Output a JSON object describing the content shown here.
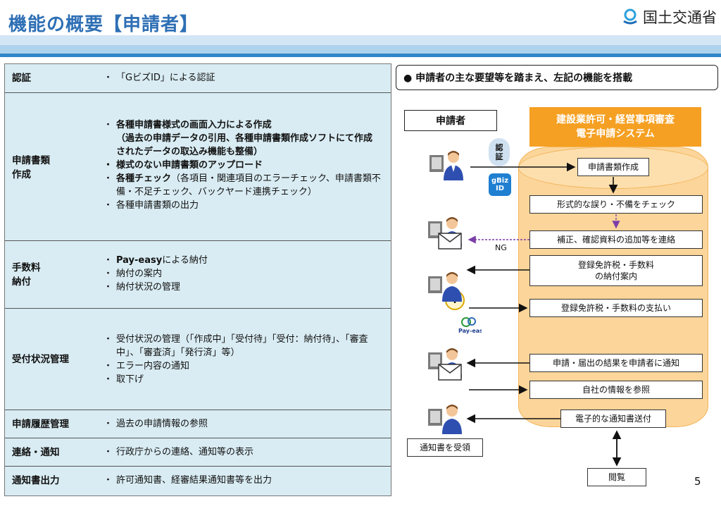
{
  "header": {
    "title": "機能の概要【申請者】",
    "org_name": "国土交通省"
  },
  "table": {
    "rows": [
      {
        "label": "認証",
        "lines": [
          {
            "text": "「GビズID」による認証",
            "bold": false
          }
        ]
      },
      {
        "label": "申請書類\n作成",
        "lines": []
      },
      {
        "label": "手数料\n納付",
        "lines": []
      },
      {
        "label": "受付状況管理",
        "lines": []
      },
      {
        "label": "申請履歴管理",
        "lines": [
          {
            "text": "過去の申請情報の参照",
            "bold": false
          }
        ]
      },
      {
        "label": "連絡・通知",
        "lines": [
          {
            "text": "行政庁からの連絡、通知等の表示",
            "bold": false
          }
        ]
      },
      {
        "label": "通知書出力",
        "lines": [
          {
            "text": "許可通知書、経審結果通知書等を出力",
            "bold": false
          }
        ]
      }
    ],
    "row2": {
      "item1_bold": "各種申請書様式の画面入力による作成",
      "item1_sub": "（過去の申請データの引用、各種申請書類作成ソフトにて作成されたデータの取込み機能も整備）",
      "item2_bold": "様式のない申請書類のアップロード",
      "item3_bold": "各種チェック",
      "item3_rest": "（各項目・関連項目のエラーチェック、申請書類不備・不足チェック、バックヤード連携チェック）",
      "item4": "各種申請書類の出力"
    },
    "row3": {
      "item1_bold": "Pay-easy",
      "item1_rest": "による納付",
      "item2": "納付の案内",
      "item3": "納付状況の管理"
    },
    "row4": {
      "item1": "受付状況の管理（「作成中」「受付待」「受付：納付待」、「審査中」、「審査済」「発行済」等）",
      "item2": "エラー内容の通知",
      "item3": "取下げ"
    }
  },
  "right": {
    "summary": "●  申請者の主な要望等を踏まえ、左記の機能を搭載",
    "applicant": "申請者",
    "system_title_1": "建設業許可・経営事項審査",
    "system_title_2": "電子申請システム",
    "auth_badge": "認\n証",
    "gbiz_badge": "gBiz\nID",
    "yen": "¥",
    "payeasy": "Pay-easy",
    "ng_label": "NG",
    "process": [
      "申請書類作成",
      "形式的な誤り・不備をチェック",
      "補正、確認資料の追加等を連絡",
      "登録免許税・手数料\nの納付案内",
      "登録免許税・手数料の支払い",
      "申請・届出の結果を申請者に通知",
      "自社の情報を参照",
      "電子的な通知書送付"
    ],
    "receive_label": "通知書を受領",
    "view_label": "閲覧"
  },
  "page_number": "5",
  "colors": {
    "title_blue": "#2e6fb5",
    "table_bg": "#d9ecf3",
    "system_orange": "#f5a022",
    "cylinder": "#fcd59a",
    "ng_purple": "#7b3fa8"
  }
}
